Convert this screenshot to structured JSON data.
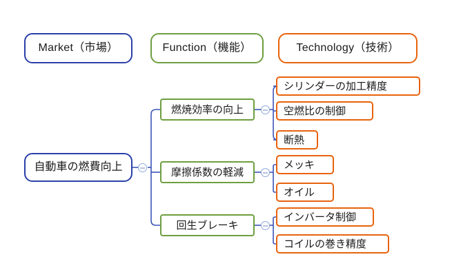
{
  "diagram": {
    "title_columns": [
      {
        "id": "market",
        "label": "Market（市場）",
        "color": "#2b3fa8"
      },
      {
        "id": "function",
        "label": "Function（機能）",
        "color": "#6d9e3f"
      },
      {
        "id": "technology",
        "label": "Technology（技術）",
        "color": "#e8620c"
      }
    ],
    "root": {
      "id": "root",
      "label": "自動車の燃費向上",
      "color": "#2b3fa8"
    },
    "functions": [
      {
        "id": "fn-combustion",
        "label": "燃焼効率の向上",
        "color": "#6d9e3f",
        "technologies": [
          {
            "id": "tech-cylinder",
            "label": "シリンダーの加工精度",
            "color": "#e8620c"
          },
          {
            "id": "tech-airfuel",
            "label": "空燃比の制御",
            "color": "#e8620c"
          },
          {
            "id": "tech-insulation",
            "label": "断熱",
            "color": "#e8620c"
          }
        ]
      },
      {
        "id": "fn-friction",
        "label": "摩擦係数の軽減",
        "color": "#6d9e3f",
        "technologies": [
          {
            "id": "tech-plating",
            "label": "メッキ",
            "color": "#e8620c"
          },
          {
            "id": "tech-oil",
            "label": "オイル",
            "color": "#e8620c"
          }
        ]
      },
      {
        "id": "fn-regen",
        "label": "回生ブレーキ",
        "color": "#6d9e3f",
        "technologies": [
          {
            "id": "tech-inverter",
            "label": "インバータ制御",
            "color": "#e8620c"
          },
          {
            "id": "tech-coil",
            "label": "コイルの巻き精度",
            "color": "#e8620c"
          }
        ]
      }
    ],
    "toggles": [
      {
        "id": "toggle-root",
        "state": "expanded",
        "symbol": "minus"
      },
      {
        "id": "toggle-combustion",
        "state": "expanded",
        "symbol": "minus"
      },
      {
        "id": "toggle-friction",
        "state": "expanded",
        "symbol": "minus"
      },
      {
        "id": "toggle-regen",
        "state": "expanded",
        "symbol": "minus"
      }
    ],
    "connector_color_trunk": "#3a54b8",
    "connector_color_branch": "#3a54b8"
  }
}
